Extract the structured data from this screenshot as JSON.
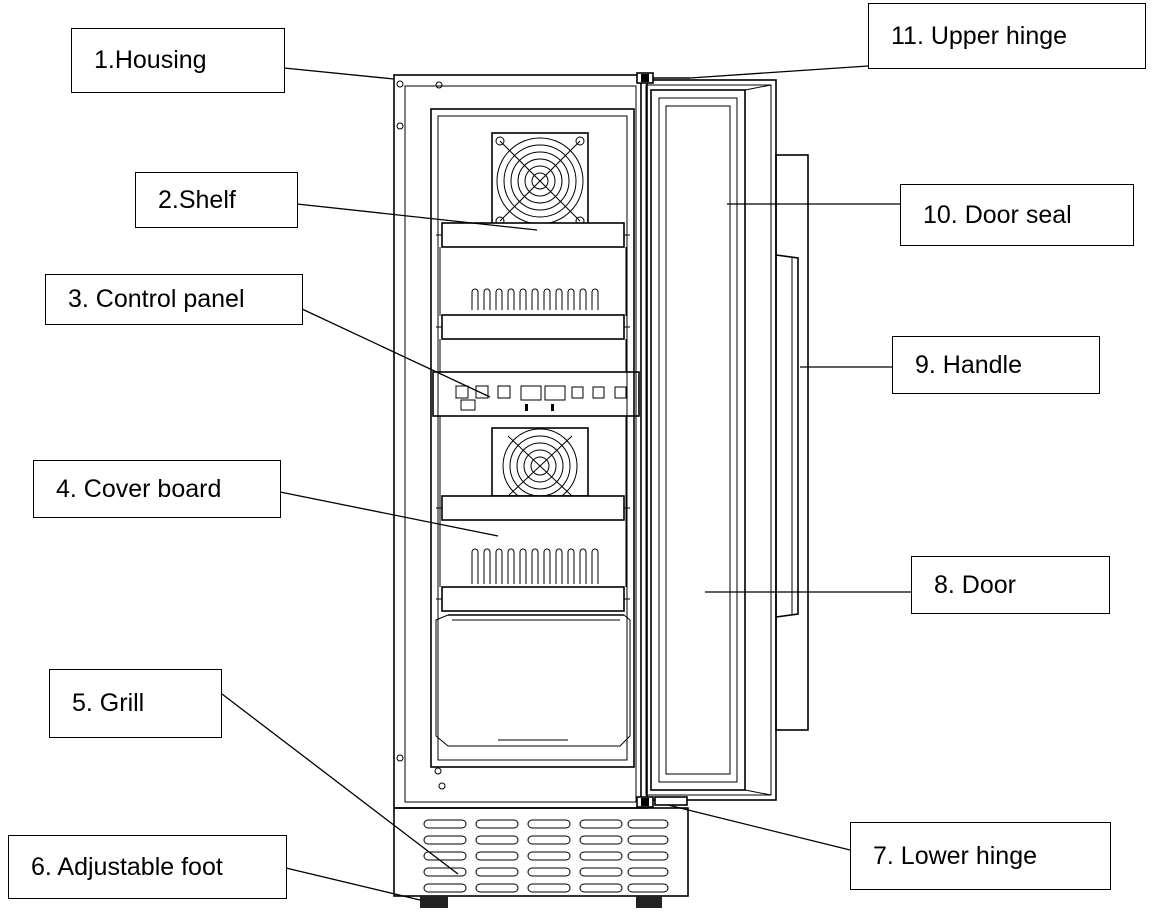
{
  "callouts": [
    {
      "id": "housing",
      "label": "1.Housing"
    },
    {
      "id": "shelf",
      "label": "2.Shelf"
    },
    {
      "id": "control-panel",
      "label": "3. Control panel"
    },
    {
      "id": "cover-board",
      "label": "4. Cover board"
    },
    {
      "id": "grill",
      "label": "5. Grill"
    },
    {
      "id": "adjustable-foot",
      "label": "6. Adjustable foot"
    },
    {
      "id": "lower-hinge",
      "label": "7. Lower hinge"
    },
    {
      "id": "door",
      "label": "8. Door"
    },
    {
      "id": "handle",
      "label": "9. Handle"
    },
    {
      "id": "door-seal",
      "label": "10. Door seal"
    },
    {
      "id": "upper-hinge",
      "label": "11. Upper hinge"
    }
  ]
}
